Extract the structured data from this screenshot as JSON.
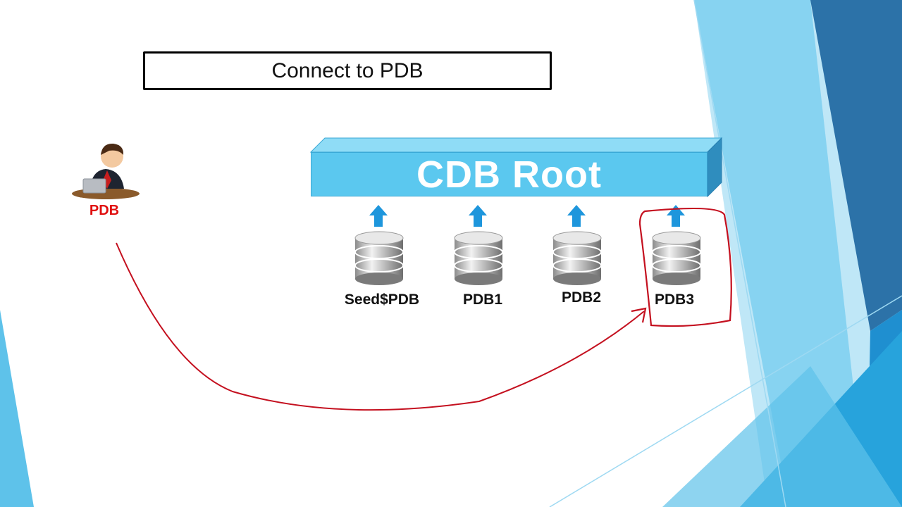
{
  "title": "Connect to PDB",
  "root": {
    "label": "CDB Root"
  },
  "user": {
    "label": "PDB",
    "label_color": "#e01010"
  },
  "databases": [
    {
      "label": "Seed$PDB"
    },
    {
      "label": "PDB1"
    },
    {
      "label": "PDB2"
    },
    {
      "label": "PDB3",
      "highlighted": true
    }
  ],
  "colors": {
    "root_fill": "#5bc8ef",
    "arrow": "#1e96dc",
    "annotation": "#c4101f",
    "accent_dark": "#2a6fa5",
    "accent_light": "#7fd0f0"
  }
}
